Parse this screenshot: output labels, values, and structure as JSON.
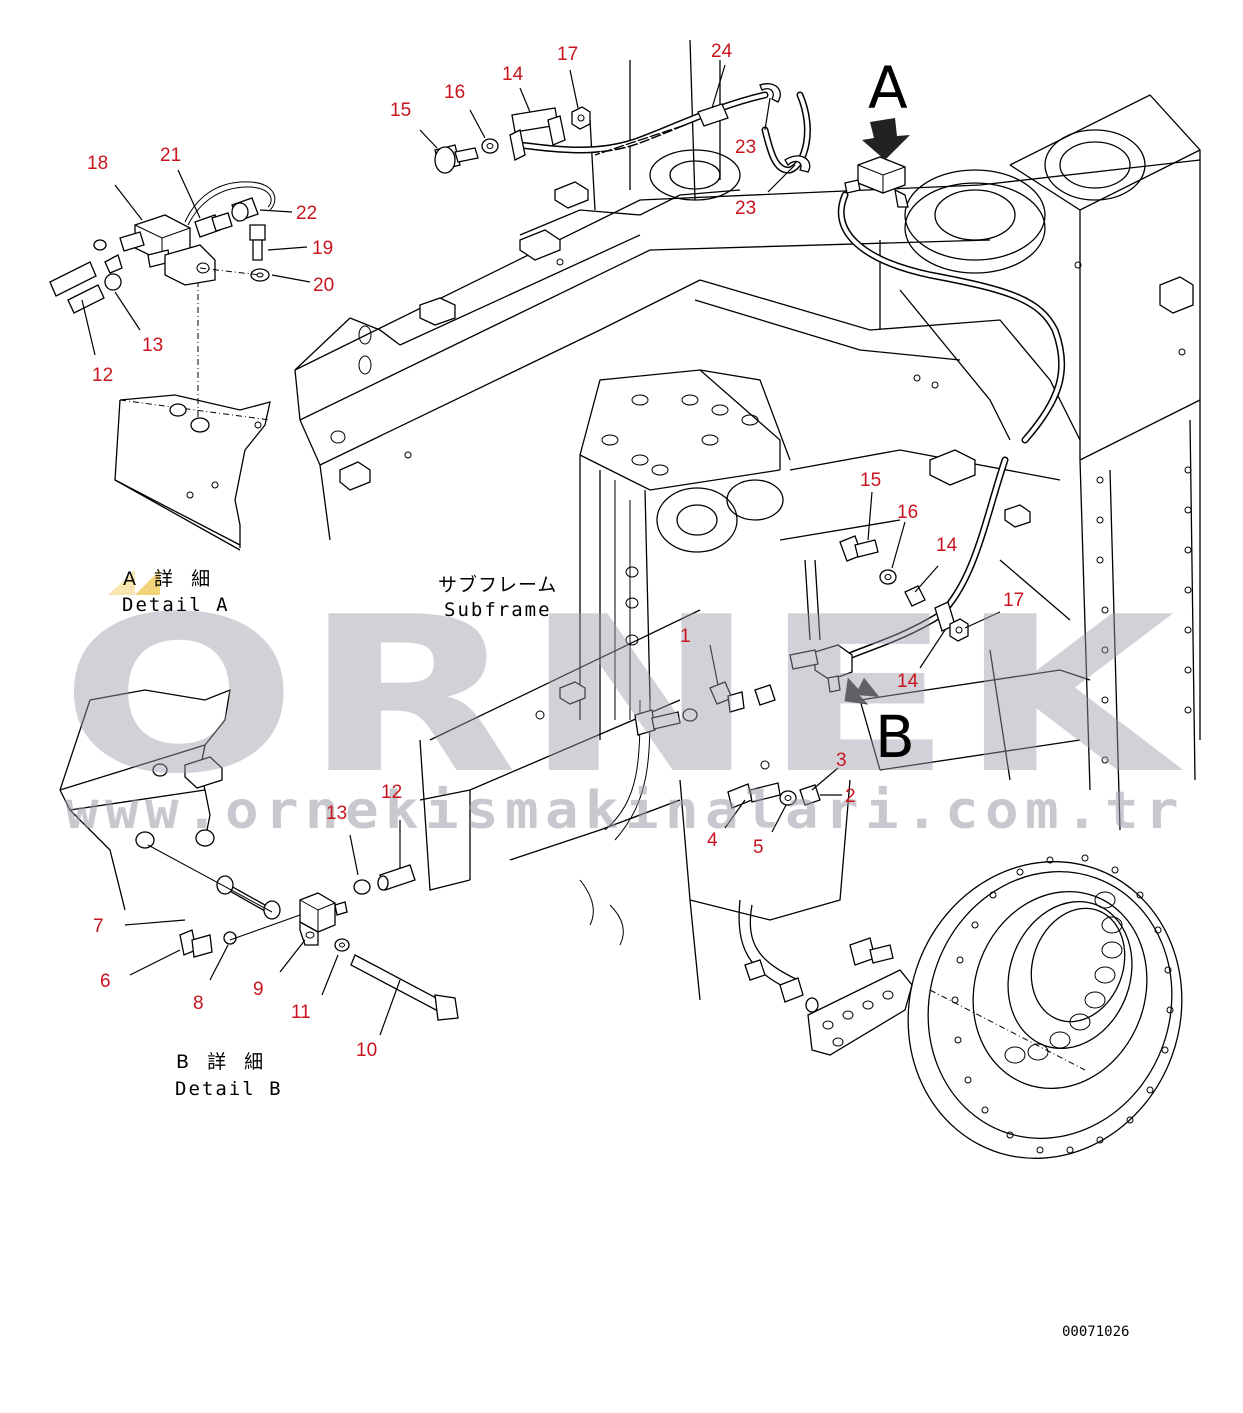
{
  "callouts": [
    {
      "id": "c1",
      "text": "1"
    },
    {
      "id": "c2",
      "text": "2"
    },
    {
      "id": "c3",
      "text": "3"
    },
    {
      "id": "c4",
      "text": "4"
    },
    {
      "id": "c5",
      "text": "5"
    },
    {
      "id": "c6",
      "text": "6"
    },
    {
      "id": "c7",
      "text": "7"
    },
    {
      "id": "c8",
      "text": "8"
    },
    {
      "id": "c9",
      "text": "9"
    },
    {
      "id": "c10",
      "text": "10"
    },
    {
      "id": "c11",
      "text": "11"
    },
    {
      "id": "c12a",
      "text": "12"
    },
    {
      "id": "c12b",
      "text": "12"
    },
    {
      "id": "c13a",
      "text": "13"
    },
    {
      "id": "c13b",
      "text": "13"
    },
    {
      "id": "c14a",
      "text": "14"
    },
    {
      "id": "c14b",
      "text": "14"
    },
    {
      "id": "c14c",
      "text": "14"
    },
    {
      "id": "c15a",
      "text": "15"
    },
    {
      "id": "c15b",
      "text": "15"
    },
    {
      "id": "c16a",
      "text": "16"
    },
    {
      "id": "c16b",
      "text": "16"
    },
    {
      "id": "c17a",
      "text": "17"
    },
    {
      "id": "c17b",
      "text": "17"
    },
    {
      "id": "c18",
      "text": "18"
    },
    {
      "id": "c19",
      "text": "19"
    },
    {
      "id": "c20",
      "text": "20"
    },
    {
      "id": "c21",
      "text": "21"
    },
    {
      "id": "c22",
      "text": "22"
    },
    {
      "id": "c23a",
      "text": "23"
    },
    {
      "id": "c23b",
      "text": "23"
    },
    {
      "id": "c24",
      "text": "24"
    }
  ],
  "view_markers": {
    "a": "A",
    "b": "B"
  },
  "detail_a": {
    "jp": "A 詳 細",
    "en": "Detail A"
  },
  "detail_b": {
    "jp": "B 詳 細",
    "en": "Detail B"
  },
  "subframe": {
    "jp": "サブフレーム",
    "en": "Subframe"
  },
  "watermark": {
    "brand": "ORNEK",
    "url": "www.ornekismakinalari.com.tr"
  },
  "document_number": "00071026"
}
